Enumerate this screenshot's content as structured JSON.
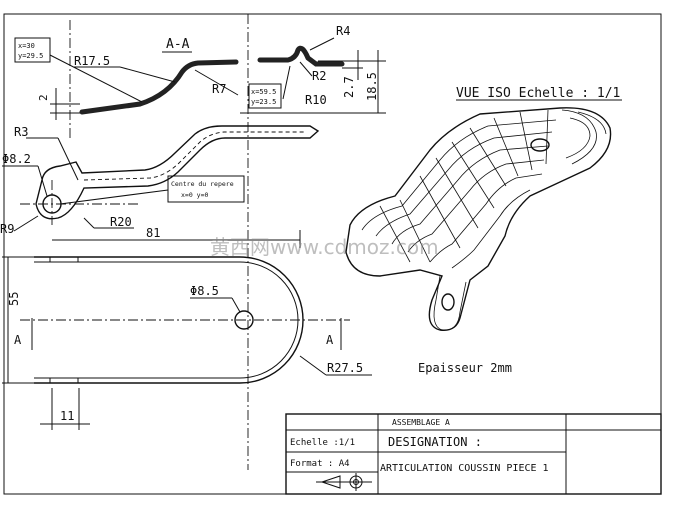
{
  "section": {
    "label": "A-A",
    "dims": {
      "r17_5": "R17.5",
      "r7": "R7",
      "r4": "R4",
      "r2": "R2",
      "r10": "R10",
      "h2_7": "2.7",
      "h18_5": "18.5",
      "d2": "2"
    },
    "coord_box_1": [
      "x=30",
      "y=29.5"
    ],
    "coord_box_2": [
      "x=59.5",
      "y=23.5"
    ]
  },
  "top_view": {
    "dims": {
      "r3": "R3",
      "phi8_2": "Φ8.2",
      "r9": "R9",
      "r20": "R20",
      "len81": "81"
    },
    "origin_box": [
      "Centre du repere",
      "x=0 y=0"
    ]
  },
  "plan_view": {
    "dims": {
      "h55": "55",
      "phi8_5": "Φ8.5",
      "r27_5": "R27.5",
      "w11": "11"
    },
    "section_mark_left": "A",
    "section_mark_right": "A"
  },
  "iso_view": {
    "title": "VUE ISO Echelle : 1/1",
    "thickness_note": "Epaisseur 2mm"
  },
  "title_block": {
    "assembly": "ASSEMBLAGE A",
    "scale": "Echelle :1/1",
    "format": "Format : A4",
    "designation_label": "DESIGNATION :",
    "designation": "ARTICULATION COUSSIN PIECE 1"
  },
  "watermark": "黄西网www.cdmoz.com"
}
